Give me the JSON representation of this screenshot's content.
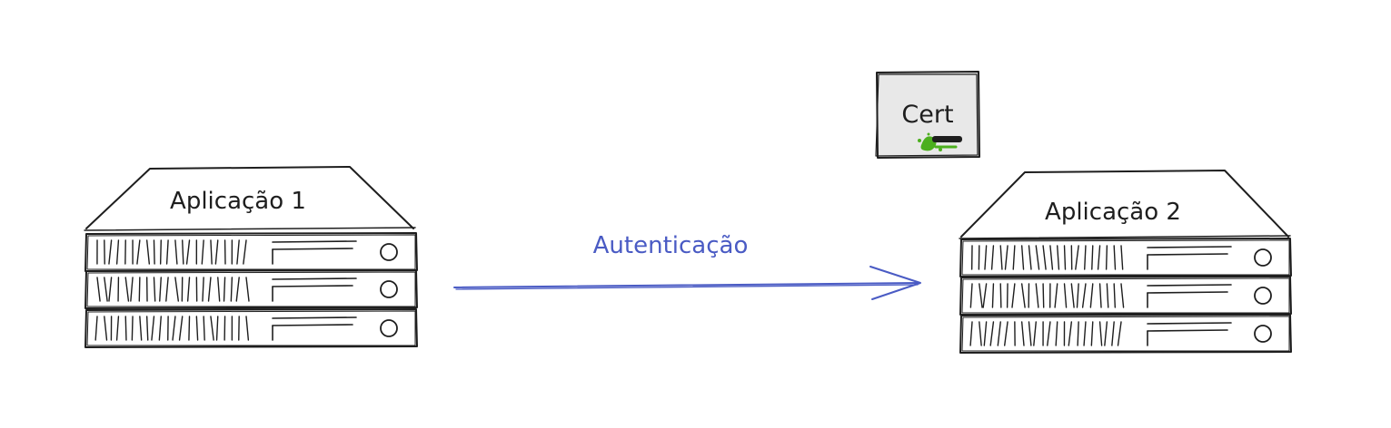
{
  "nodes": {
    "app1": {
      "label": "Aplicação 1"
    },
    "app2": {
      "label": "Aplicação 2"
    },
    "cert": {
      "label": "Cert",
      "icon": "certificate-key-icon"
    }
  },
  "edge": {
    "label": "Autenticação",
    "color": "#4a5bc4"
  },
  "colors": {
    "ink": "#1e1e1e",
    "cert_fill": "#e8e8e8",
    "key_green": "#4caf1e"
  }
}
